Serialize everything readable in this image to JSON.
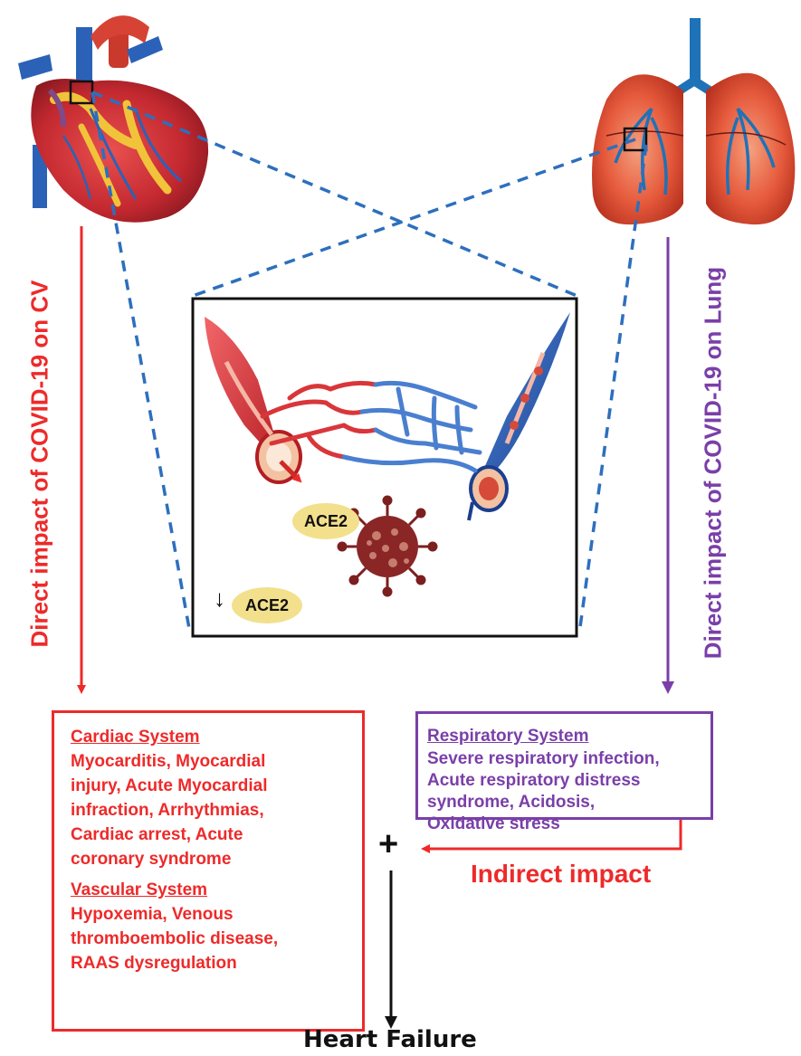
{
  "left_label": "Direct impact of COVID-19 on CV",
  "right_label": "Direct impact of COVID-19 on Lung",
  "inset": {
    "ace2_virus_label": "ACE2",
    "ace2_down_label": "ACE2",
    "down_arrow": "↓"
  },
  "cardiac_box": {
    "heading1": "Cardiac System",
    "body1_lines": [
      "Myocarditis, Myocardial",
      "injury, Acute Myocardial",
      "infraction, Arrhythmias,",
      "Cardiac arrest, Acute",
      "coronary syndrome"
    ],
    "heading2": "Vascular System",
    "body2_lines": [
      "Hypoxemia, Venous",
      "thromboembolic disease,",
      "RAAS dysregulation"
    ]
  },
  "respiratory_box": {
    "heading": "Respiratory System",
    "body_lines": [
      "Severe respiratory infection,",
      "Acute respiratory distress",
      "syndrome, Acidosis,",
      "Oxidative stress"
    ]
  },
  "indirect_label": "Indirect impact",
  "plus_symbol": "+",
  "outcome": "Heart Failure",
  "colors": {
    "red": "#ee2a2a",
    "purple": "#7a3fa8",
    "blue_dash": "#2d6fbd",
    "ace2_fill": "#f2e08c",
    "virus": "#7c1f1f",
    "heart": "#c8323a",
    "lung": "#e8674a"
  },
  "icons": [
    "heart-illustration",
    "lung-illustration",
    "capillary-network",
    "coronavirus-icon"
  ]
}
